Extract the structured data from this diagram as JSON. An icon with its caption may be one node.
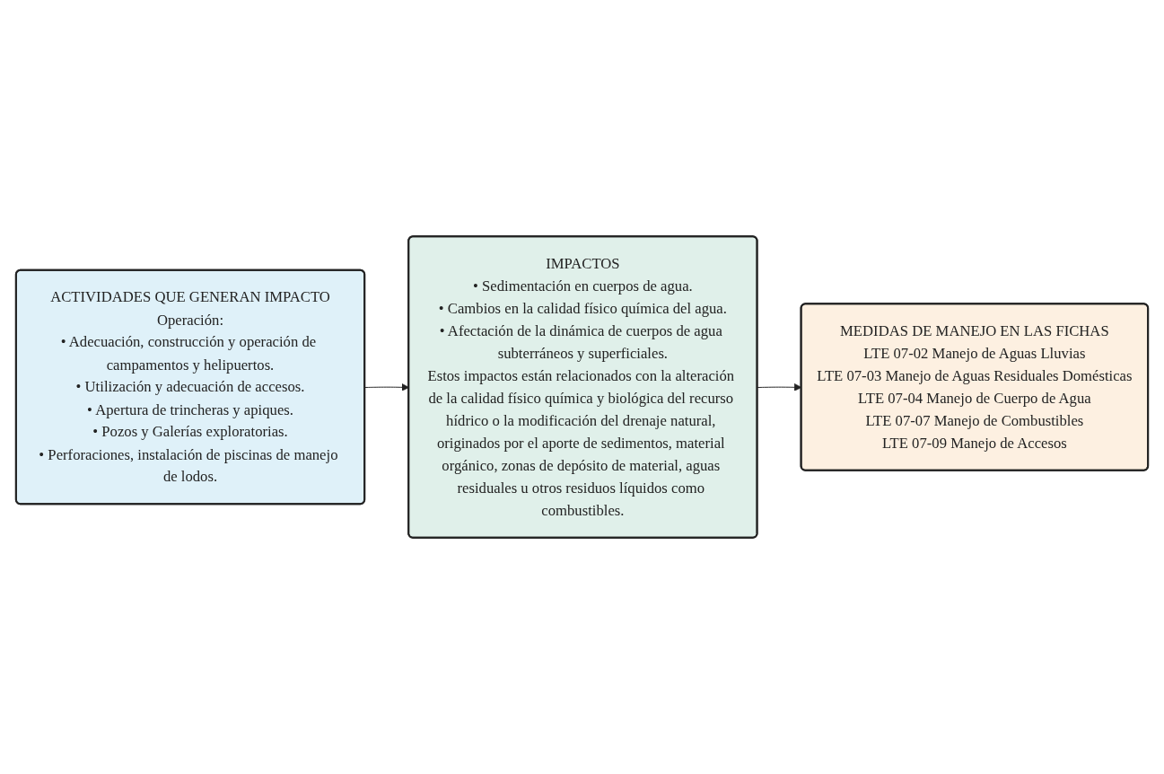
{
  "diagram": {
    "nodes": [
      {
        "text": [
          "ACTIVIDADES QUE GENERAN IMPACTO",
          "Operación:",
          "• Adecuación, construcción y operación de campamentos y helipuertos.",
          "• Utilización y adecuación de accesos.",
          "• Apertura de trincheras y apiques.",
          "• Pozos y Galerías exploratorias.",
          "• Perforaciones, instalación de piscinas de manejo de lodos."
        ]
      },
      {
        "text": [
          "IMPACTOS",
          "• Sedimentación en cuerpos de agua.",
          "• Cambios en la calidad físico química del agua.",
          "• Afectación de la dinámica de cuerpos de agua subterráneos y superficiales.",
          "Estos impactos están relacionados con la alteración de la calidad físico química y biológica del recurso hídrico o la modificación del drenaje natural, originados por el aporte de sedimentos, material orgánico, zonas de depósito de material, aguas residuales u otros residuos líquidos como combustibles."
        ]
      },
      {
        "text": [
          "MEDIDAS DE MANEJO EN LAS FICHAS",
          "LTE 07-02 Manejo de Aguas Lluvias",
          "LTE 07-03 Manejo de Aguas Residuales Domésticas",
          "LTE 07-04 Manejo de Cuerpo de Agua",
          "LTE 07-07 Manejo de Combustibles",
          "LTE 07-09 Manejo de Accesos"
        ]
      }
    ],
    "edges": [
      {
        "from": 0,
        "to": 1,
        "arrow": "to"
      },
      {
        "from": 1,
        "to": 2,
        "arrow": "to"
      }
    ]
  }
}
